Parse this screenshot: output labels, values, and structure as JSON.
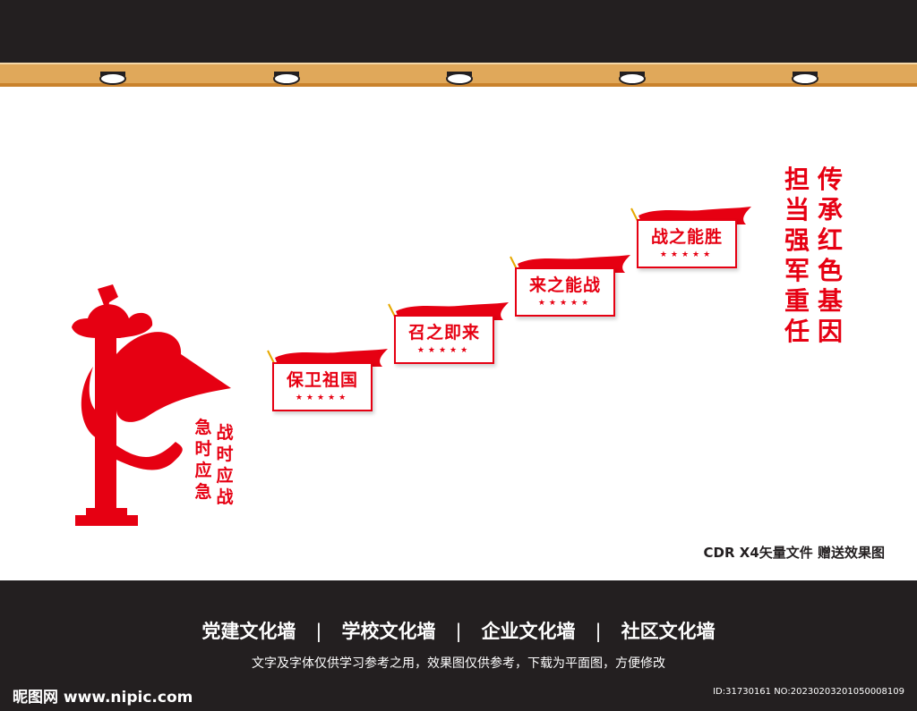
{
  "colors": {
    "accent_red": "#e60012",
    "band_dark": "#231f20",
    "rail_wood": "#e0a85a"
  },
  "lamps": [
    "spotlight-icon",
    "spotlight-icon",
    "spotlight-icon",
    "spotlight-icon",
    "spotlight-icon"
  ],
  "steps": [
    {
      "label": "保卫祖国",
      "stars": "★★★★★"
    },
    {
      "label": "召之即来",
      "stars": "★★★★★"
    },
    {
      "label": "来之能战",
      "stars": "★★★★★"
    },
    {
      "label": "战之能胜",
      "stars": "★★★★★"
    }
  ],
  "right_slogan": {
    "col1": "传承红色基因",
    "col2": "担当强军重任"
  },
  "left_slogan": {
    "col1": "战时应战",
    "col2": "急时应急"
  },
  "note": "CDR X4矢量文件  赠送效果图",
  "categories": [
    "党建文化墙",
    "学校文化墙",
    "企业文化墙",
    "社区文化墙"
  ],
  "separator": "|",
  "disclaimer": "文字及字体仅供学习参考之用，效果图仅供参考，下载为平面图，方便修改",
  "brand": "昵图网 www.nipic.com",
  "id_string": "ID:31730161 NO:20230203201050008109"
}
